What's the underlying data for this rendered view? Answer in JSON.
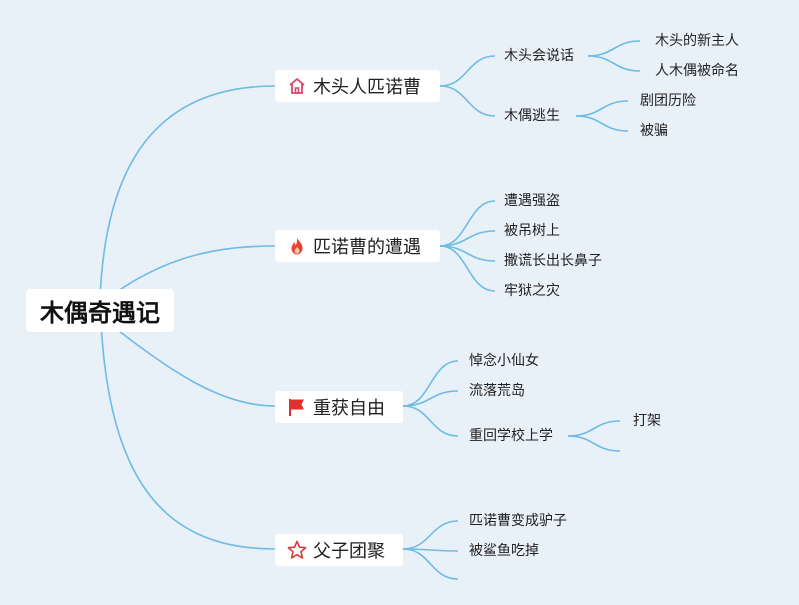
{
  "root": {
    "label": "木偶奇遇记"
  },
  "branches": [
    {
      "label": "木头人匹诺曹",
      "icon": "home-icon",
      "children": [
        {
          "label": "木头会说话",
          "children": [
            "木头的新主人",
            "人木偶被命名"
          ]
        },
        {
          "label": "木偶逃生",
          "children": [
            "剧团历险",
            "被骗"
          ]
        }
      ]
    },
    {
      "label": "匹诺曹的遭遇",
      "icon": "fire-icon",
      "children": [
        {
          "label": "遭遇强盗"
        },
        {
          "label": "被吊树上"
        },
        {
          "label": "撒谎长出长鼻子"
        },
        {
          "label": "牢狱之灾"
        }
      ]
    },
    {
      "label": "重获自由",
      "icon": "flag-icon",
      "children": [
        {
          "label": "悼念小仙女"
        },
        {
          "label": "流落荒岛"
        },
        {
          "label": "重回学校上学",
          "children": [
            "打架",
            ""
          ]
        }
      ]
    },
    {
      "label": "父子团聚",
      "icon": "star-icon",
      "children": [
        {
          "label": "匹诺曹变成驴子"
        },
        {
          "label": "被鲨鱼吃掉"
        },
        {
          "label": ""
        }
      ]
    }
  ],
  "colors": {
    "background": "#e8f0f8",
    "connector": "#6ebbe6",
    "home_icon": "#d9436b",
    "fire_icon": "#e8412f",
    "flag_icon": "#e0312c",
    "star_icon": "#d83a3a"
  }
}
